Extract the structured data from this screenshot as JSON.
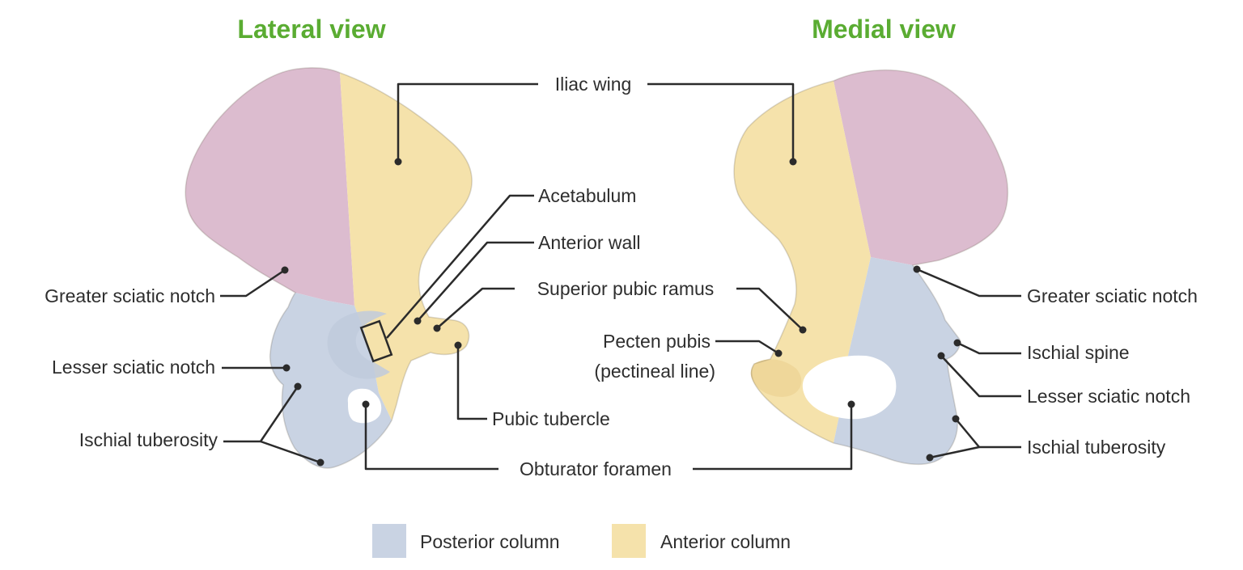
{
  "titles": {
    "lateral": "Lateral view",
    "medial": "Medial view"
  },
  "labels": {
    "iliac_wing": "Iliac wing",
    "acetabulum": "Acetabulum",
    "anterior_wall": "Anterior wall",
    "superior_pubic_ramus": "Superior pubic ramus",
    "pecten_pubis": "Pecten pubis",
    "pecten_pubis_alt": "(pectineal line)",
    "pubic_tubercle": "Pubic tubercle",
    "obturator_foramen": "Obturator foramen",
    "lateral_greater_sciatic_notch": "Greater sciatic notch",
    "lateral_lesser_sciatic_notch": "Lesser sciatic notch",
    "lateral_ischial_tuberosity": "Ischial tuberosity",
    "medial_greater_sciatic_notch": "Greater sciatic notch",
    "medial_ischial_spine": "Ischial spine",
    "medial_lesser_sciatic_notch": "Lesser sciatic notch",
    "medial_ischial_tuberosity": "Ischial tuberosity"
  },
  "legend": {
    "posterior": {
      "label": "Posterior column",
      "color": "#c9d3e3"
    },
    "anterior": {
      "label": "Anterior column",
      "color": "#f5e2ab"
    }
  },
  "colors": {
    "posterior_column": "#c9d3e3",
    "anterior_column": "#f5e2ab",
    "iliac_posterior": "#dcbccf",
    "title": "#5aac32",
    "leader_line": "#2b2b2b"
  }
}
